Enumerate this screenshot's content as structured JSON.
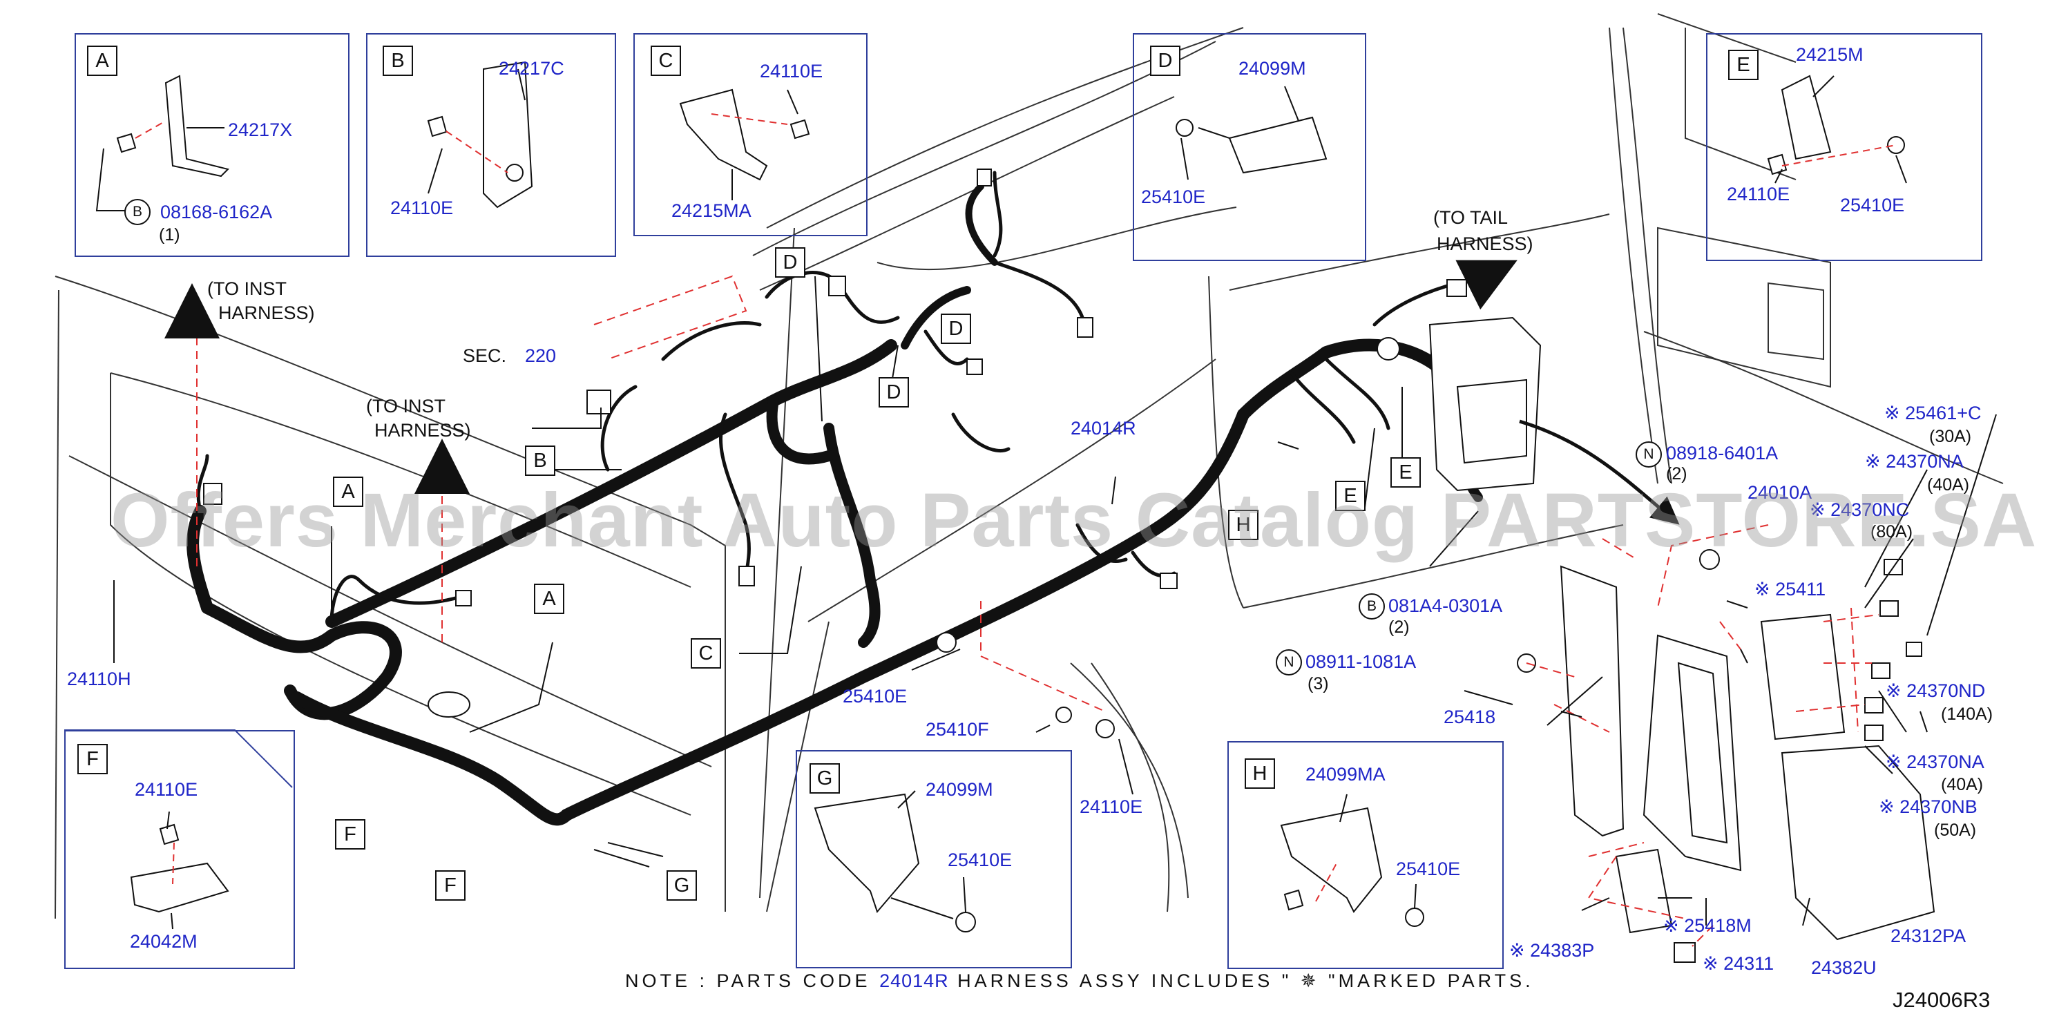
{
  "diagram_code": "J24006R3",
  "watermark": "Offers Merchant Auto Parts Catalog PARTSTORE.SA",
  "note": {
    "prefix": "NOTE : PARTS CODE",
    "part": "24014R",
    "middle": "HARNESS ASSY",
    "suffix": "INCLUDES \" ✵ \"MARKED PARTS."
  },
  "insets": {
    "A": {
      "letter": "A",
      "parts": [
        "24217X",
        "08168-6162A"
      ],
      "circle": "B",
      "qty": "(1)"
    },
    "B": {
      "letter": "B",
      "parts": [
        "24217C",
        "24110E"
      ]
    },
    "C": {
      "letter": "C",
      "parts": [
        "24110E",
        "24215MA"
      ]
    },
    "D": {
      "letter": "D",
      "parts": [
        "24099M",
        "25410E"
      ]
    },
    "E": {
      "letter": "E",
      "parts": [
        "24215M",
        "24110E",
        "25410E"
      ]
    },
    "F": {
      "letter": "F",
      "parts": [
        "24110E",
        "24042M"
      ]
    },
    "G": {
      "letter": "G",
      "parts": [
        "24099M",
        "25410E"
      ]
    },
    "H": {
      "letter": "H",
      "parts": [
        "24099MA",
        "25410E"
      ]
    }
  },
  "callouts": {
    "to_inst_1": [
      "(TO  INST",
      "HARNESS)"
    ],
    "to_inst_2": [
      "(TO  INST",
      "HARNESS)"
    ],
    "to_tail": [
      "(TO  TAIL",
      "HARNESS)"
    ],
    "sec": "SEC.",
    "sec_num": "220",
    "box_letters": [
      "D",
      "D",
      "D",
      "B",
      "A",
      "A",
      "C",
      "F",
      "F",
      "G",
      "E",
      "E",
      "H"
    ]
  },
  "parts": {
    "p24110H": "24110H",
    "p24014R": "24014R",
    "p25410E": "25410E",
    "p25410F": "25410F",
    "p24110E": "24110E",
    "p08918": "08918-6401A",
    "p08918_qty": "(2)",
    "p081A4": "081A4-0301A",
    "p081A4_qty": "(2)",
    "p08911": "08911-1081A",
    "p08911_qty": "(3)",
    "p24010A": "24010A",
    "p25411": "※ 25411",
    "p25418": "25418",
    "p25418M": "※ 25418M",
    "p24383P": "※ 24383P",
    "p24311": "※ 24311",
    "p24382U": "24382U",
    "p24312PA": "24312PA",
    "p25461C": "※ 25461+C",
    "p25461C_amp": "(30A)",
    "p24370NA_a": "※ 24370NA",
    "p24370NA_a_amp": "(40A)",
    "p24370NC": "※ 24370NC",
    "p24370NC_amp": "(80A)",
    "p24370ND": "※ 24370ND",
    "p24370ND_amp": "(140A)",
    "p24370NA_b": "※ 24370NA",
    "p24370NA_b_amp": "(40A)",
    "p24370NB": "※ 24370NB",
    "p24370NB_amp": "(50A)",
    "circ_N": "N",
    "circ_B": "B"
  },
  "colors": {
    "part_number": "#1f25c8",
    "inset_border": "#2f3f9c",
    "leader_red": "#e03030",
    "harness": "#111111",
    "body_line": "#333333"
  }
}
